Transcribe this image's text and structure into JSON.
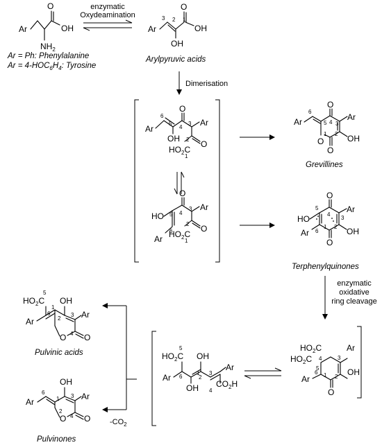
{
  "captions": {
    "enzymatic_oxydeamination": [
      "enzymatic",
      "Oxydeamination"
    ],
    "dimerisation": "Dimerisation",
    "ring_cleavage": [
      "enzymatic",
      "oxidative",
      "ring cleavage"
    ],
    "decarboxylation": "-CO2"
  },
  "amino_acids": {
    "line1": "Ar = Ph: Phenylalanine",
    "line2": "Ar = 4-HOC6H4: Tyrosine"
  },
  "compound_names": {
    "arylpyruvic": "Arylpyruvic acids",
    "grevillines": "Grevillines",
    "terphenylquinones": "Terphenylquinones",
    "pulvinic": "Pulvinic acids",
    "pulvinones": "Pulvinones"
  },
  "atoms": {
    "ar": "Ar",
    "oh": "OH",
    "ho": "HO",
    "nh2": "NH2",
    "o": "O",
    "co2h": "CO2H",
    "ho2c": "HO2C"
  }
}
